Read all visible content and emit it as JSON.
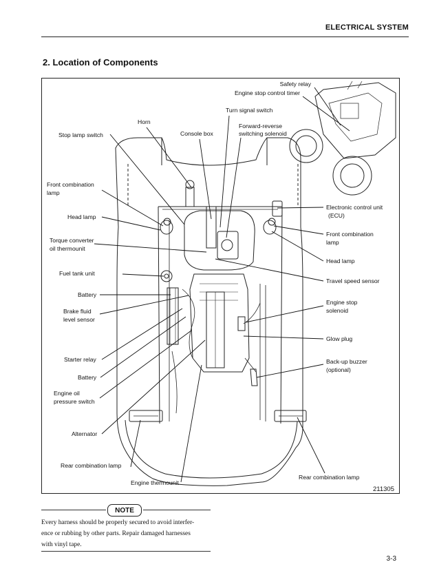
{
  "header": {
    "section": "ELECTRICAL SYSTEM"
  },
  "section_title": "2. Location of Components",
  "figure": {
    "number": "211305",
    "labels": {
      "safety_relay": "Safety relay",
      "engine_stop_control_timer": "Engine stop control timer",
      "turn_signal_switch": "Turn signal switch",
      "horn": "Horn",
      "forward_reverse_l1": "Forward-reverse",
      "forward_reverse_l2": "switching solenoid",
      "stop_lamp_switch": "Stop lamp switch",
      "console_box": "Console box",
      "front_combination_lamp_left_l1": "Front combination",
      "front_combination_lamp_left_l2": "lamp",
      "head_lamp_left": "Head lamp",
      "torque_converter_l1": "Torque converter",
      "torque_converter_l2": "oil thermounit",
      "fuel_tank_unit": "Fuel tank unit",
      "battery_upper": "Battery",
      "brake_fluid_l1": "Brake fluid",
      "brake_fluid_l2": "level sensor",
      "starter_relay": "Starter relay",
      "battery_lower": "Battery",
      "engine_oil_l1": "Engine oil",
      "engine_oil_l2": "pressure switch",
      "alternator": "Alternator",
      "rear_combination_lamp_left": "Rear combination lamp",
      "engine_thermounit": "Engine thermounit",
      "rear_combination_lamp_right": "Rear combination lamp",
      "ecu_l1": "Electronic control unit",
      "ecu_l2": "(ECU)",
      "front_combination_lamp_right_l1": "Front combination",
      "front_combination_lamp_right_l2": "lamp",
      "head_lamp_right": "Head lamp",
      "travel_speed_sensor": "Travel speed sensor",
      "engine_stop_solenoid_l1": "Engine stop",
      "engine_stop_solenoid_l2": "solenoid",
      "glow_plug": "Glow plug",
      "back_up_buzzer_l1": "Back-up buzzer",
      "back_up_buzzer_l2": "(optional)"
    }
  },
  "note": {
    "badge": "NOTE",
    "lines": [
      "Every harness should be properly secured to avoid interfer-",
      "ence or rubbing by other parts. Repair damaged harnesses",
      "with vinyl tape."
    ]
  },
  "page_number": "3-3"
}
